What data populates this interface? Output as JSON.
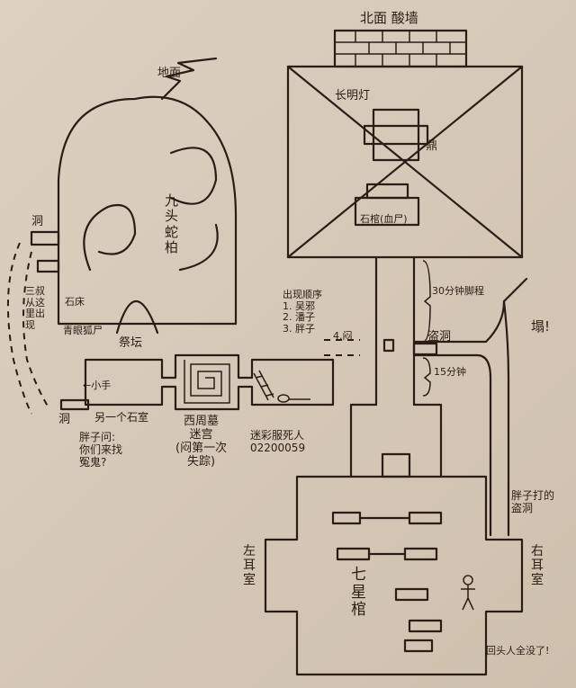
{
  "labels": {
    "north_wall": "北面 酸墙",
    "lamp": "长明灯",
    "ding": "鼎",
    "coffin": "石棺(血尸)",
    "ground": "地面",
    "tree": [
      "九",
      "头",
      "蛇",
      "柏"
    ],
    "hole_top": "洞",
    "third_uncle": [
      "三叔",
      "从这",
      "里出",
      "现"
    ],
    "stone_bed": "石床",
    "fox_corpse": "青眼狐尸",
    "altar": "祭坛",
    "small_hand": "←小手",
    "hole_bottom": "洞",
    "other_room": "另一个石室",
    "fatty_asks": [
      "胖子问:",
      "你们来找",
      "冤鬼?"
    ],
    "maze": [
      "西周墓",
      "迷宫",
      "(闷第一次",
      "失踪)"
    ],
    "dead_man": [
      "迷彩服死人",
      "02200059"
    ],
    "order_title": "出现顺序",
    "order": [
      "1. 吴邪",
      "2. 潘子",
      "3. 胖子"
    ],
    "order_4": "4.闷",
    "walk_30": "30分钟脚程",
    "robber_hole": "盗洞",
    "collapse": "塌!",
    "walk_15": "15分钟",
    "fatty_hole": [
      "胖子打的",
      "盗洞"
    ],
    "seven_star": [
      "七",
      "星",
      "棺"
    ],
    "left_ear": [
      "左",
      "耳",
      "室"
    ],
    "right_ear": [
      "右",
      "耳",
      "室"
    ],
    "all_gone": "回头人全没了!"
  }
}
